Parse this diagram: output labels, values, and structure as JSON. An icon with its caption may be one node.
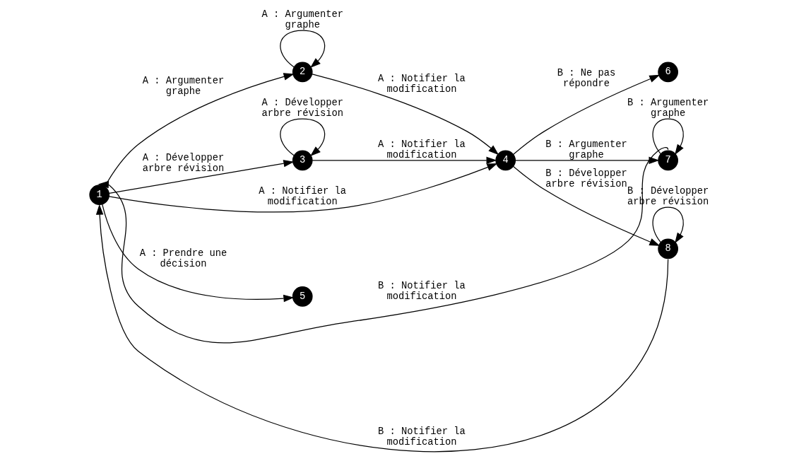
{
  "diagram": {
    "nodes": [
      {
        "text": [
          "1"
        ]
      },
      {
        "text": [
          "2"
        ]
      },
      {
        "text": [
          "3"
        ]
      },
      {
        "text": [
          "4"
        ]
      },
      {
        "text": [
          "5"
        ]
      },
      {
        "text": [
          "6"
        ]
      },
      {
        "text": [
          "7"
        ]
      },
      {
        "text": [
          "8"
        ]
      }
    ],
    "edges": [
      {
        "from": 0,
        "to": 1,
        "arrow": "to",
        "label": "A : Argumenter graphe"
      },
      {
        "from": 1,
        "to": 1,
        "arrow": "to",
        "label": "A : Argumenter graphe"
      },
      {
        "from": 0,
        "to": 2,
        "arrow": "to",
        "label": "A : Développer arbre révision"
      },
      {
        "from": 2,
        "to": 2,
        "arrow": "to",
        "label": "A : Développer arbre révision"
      },
      {
        "from": 0,
        "to": 3,
        "arrow": "to",
        "label": "A : Notifier la modification"
      },
      {
        "from": 1,
        "to": 3,
        "arrow": "to",
        "label": "A : Notifier la modification"
      },
      {
        "from": 2,
        "to": 3,
        "arrow": "to",
        "label": "A : Notifier la modification"
      },
      {
        "from": 0,
        "to": 4,
        "arrow": "to",
        "label": "A : Prendre une décision"
      },
      {
        "from": 3,
        "to": 6,
        "arrow": "to",
        "label": "B : Argumenter graphe"
      },
      {
        "from": 6,
        "to": 6,
        "arrow": "to",
        "label": "B : Argumenter graphe"
      },
      {
        "from": 3,
        "to": 7,
        "arrow": "to",
        "label": "B : Développer arbre révision"
      },
      {
        "from": 7,
        "to": 7,
        "arrow": "to",
        "label": "B : Développer arbre révision"
      },
      {
        "from": 3,
        "to": 5,
        "arrow": "to",
        "label": "B : Ne pas répondre"
      },
      {
        "from": 6,
        "to": 0,
        "arrow": "to",
        "label": "B : Notifier la modification"
      },
      {
        "from": 7,
        "to": 0,
        "arrow": "to",
        "label": "B : Notifier la modification"
      }
    ]
  }
}
